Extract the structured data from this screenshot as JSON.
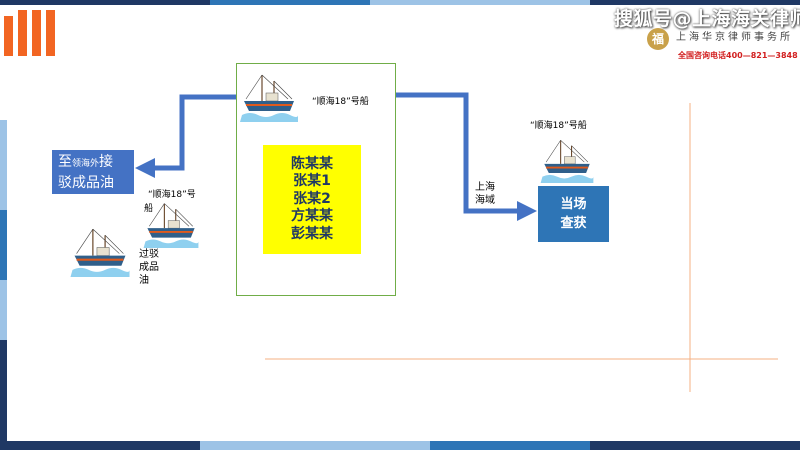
{
  "watermark": "搜狐号@上海海关律师",
  "firm": {
    "badge": "福",
    "name": "上海华京律师事务所",
    "hotline": "全国咨询电话400—821—3848"
  },
  "diagram": {
    "ship_label_top": "“顺海18”号船",
    "ship_label_right": "“顺海18”号船",
    "ship_label_left_line1": "“顺海18”号",
    "ship_label_left_line2": "船",
    "names": [
      "陈某某",
      "张某1",
      "张某2",
      "方某某",
      "彭某某"
    ],
    "left_box_prefix": "至",
    "left_box_small": "领海外",
    "left_box_suffix": "接",
    "left_box_line2": "驳成品油",
    "transfer_label": [
      "过驳",
      "成品",
      "油"
    ],
    "sea_label": [
      "上海",
      "海域"
    ],
    "right_box": [
      "当场",
      "查获"
    ]
  },
  "colors": {
    "accent_orange": "#f26522",
    "box_blue": "#4472c4",
    "highlight_yellow": "#ffff00",
    "border_green": "#70ad47",
    "guide_orange": "#f4b183"
  }
}
